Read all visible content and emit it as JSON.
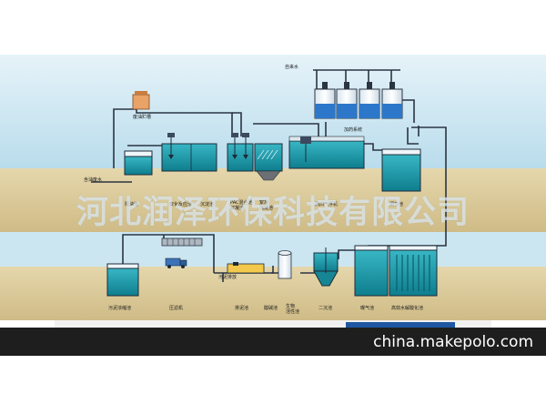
{
  "labels": {
    "tap_water": "自来水",
    "waste_oil_tank": "废油贮槽",
    "waste_oil_water": "含油废水",
    "oil_separator": "隔油池",
    "coagulation": "絮化反应池",
    "sedimentation": "沉淀池",
    "pac_mixing": "PAC混合池\n絮凝池",
    "flocculation": "絮凝\n沉淀池",
    "air_flotation": "涡凹气浮机",
    "dosing_system": "加药系统",
    "regulating_tank": "调节池",
    "sludge_tank": "污泥浓缩池",
    "filter_press": "压滤机",
    "sludge_discharge": "污泥排放",
    "drain_tank": "排泥池",
    "acid_tank": "酸碱池",
    "bio_tank": "生物\n活性池",
    "secondary_settling": "二沉池",
    "aeration_tank": "曝气池",
    "hydrolysis_tank": "高效水解酸化池"
  },
  "watermark": "河北润泽环保科技有限公司",
  "footer": {
    "site": "china.makepolo.com"
  },
  "colors": {
    "sky": "#ffffff",
    "band": "#c5e3ef",
    "ground": "#d8c79a",
    "water": "#1a9aa8",
    "pipe": "#2f3a4a",
    "footer": "#1e1e1e"
  }
}
